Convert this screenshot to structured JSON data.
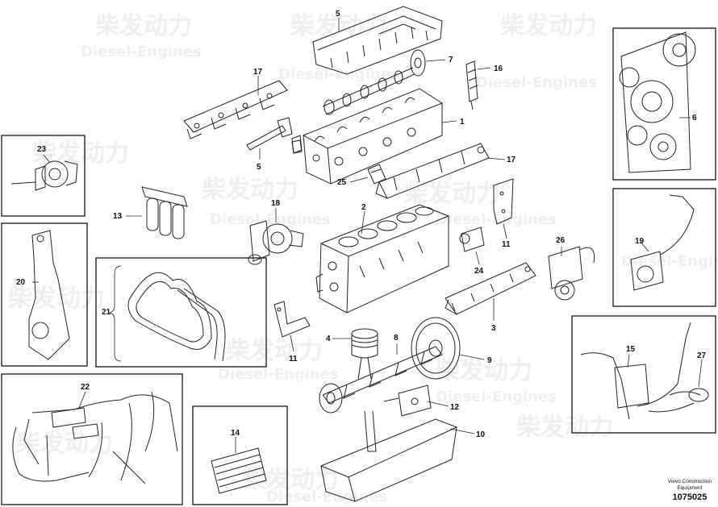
{
  "watermark": {
    "brand": "柴发动力",
    "sub": "Diesel-Engines"
  },
  "credit": {
    "line1": "Volvo Construction",
    "line2": "Equipment",
    "code": "1075025"
  },
  "callouts": {
    "c1": "1",
    "c2": "2",
    "c3": "3",
    "c4": "4",
    "c5a": "5",
    "c5b": "5",
    "c6": "6",
    "c7": "7",
    "c8": "8",
    "c9": "9",
    "c10": "10",
    "c11a": "11",
    "c11b": "11",
    "c12": "12",
    "c13": "13",
    "c14": "14",
    "c15": "15",
    "c16": "16",
    "c17a": "17",
    "c17b": "17",
    "c18": "18",
    "c19": "19",
    "c20": "20",
    "c21": "21",
    "c22": "22",
    "c23": "23",
    "c24": "24",
    "c25": "25",
    "c26": "26",
    "c27": "27"
  }
}
